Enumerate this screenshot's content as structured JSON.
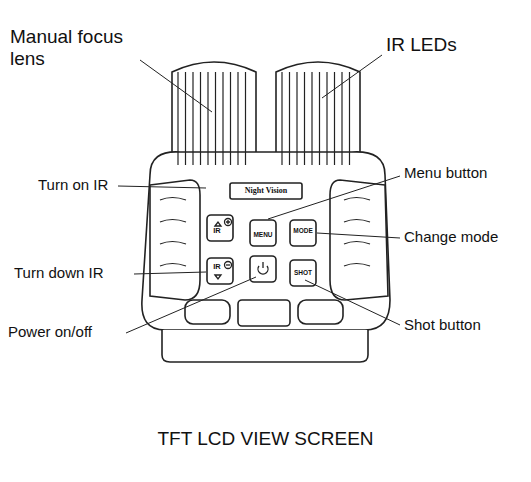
{
  "diagram": {
    "caption": "TFT LCD VIEW SCREEN",
    "labels": [
      "Manual focus lens",
      "IR LEDs",
      "Turn on IR",
      "Menu button",
      "Change mode",
      "Turn down IR",
      "Power on/off",
      "Shot button",
      "Night Vision",
      "MENU",
      "MODE",
      "SHOT",
      "IR",
      "IR"
    ]
  }
}
